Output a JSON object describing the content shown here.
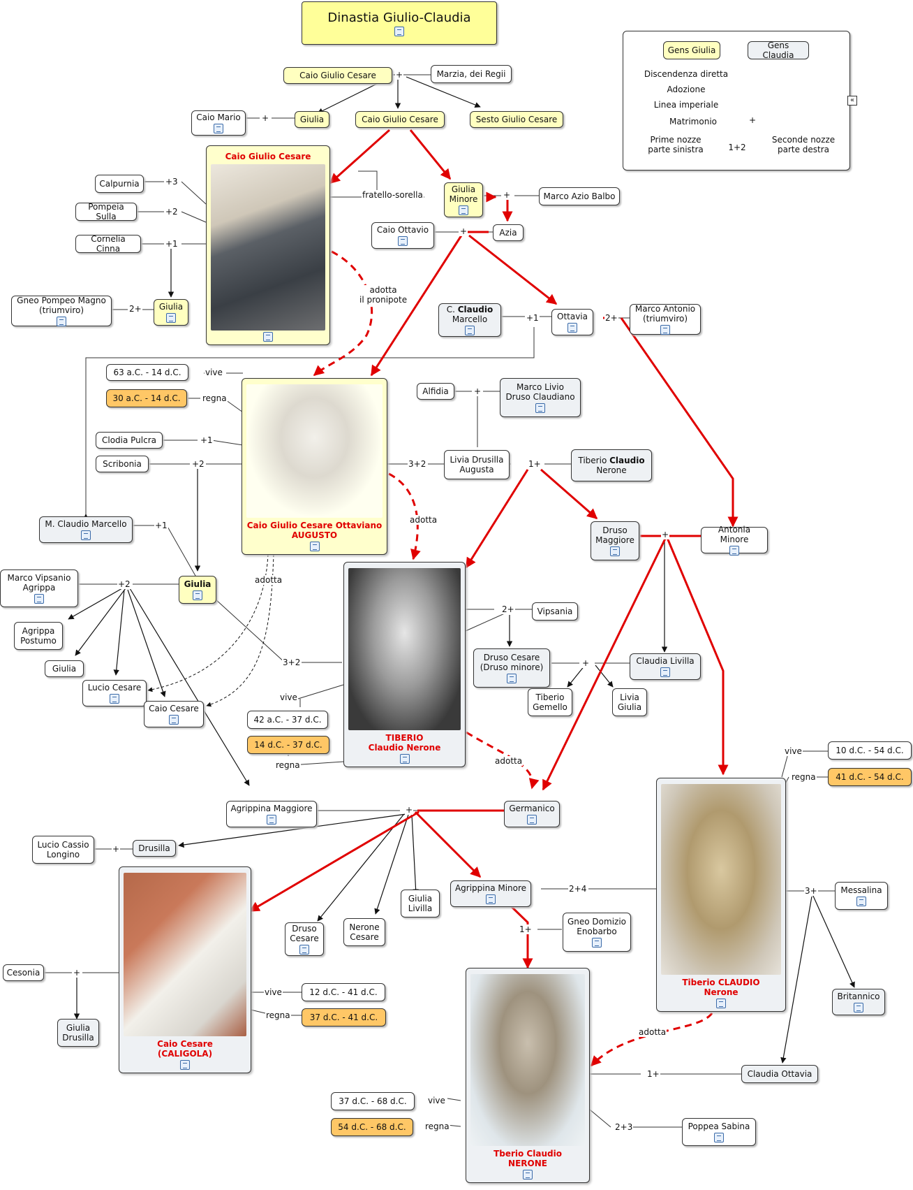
{
  "title": "Dinastia Giulio-Claudia",
  "legend": {
    "gens_giulia": "Gens Giulia",
    "gens_claudia": "Gens Claudia",
    "discendenza": "Discendenza diretta",
    "adozione": "Adozione",
    "linea_imperiale": "Linea imperiale",
    "matrimonio": "Matrimonio",
    "matrimonio_symbol": "+",
    "prime_nozze": "Prime nozze\nparte sinistra",
    "nozze_symbol": "1+2",
    "seconde_nozze": "Seconde nozze\nparte destra",
    "colors": {
      "giulia": "#ffffc0",
      "claudia": "#eef1f4",
      "imperial": "#e00000",
      "regno": "#ffc766"
    }
  },
  "people": {
    "cgc_padre": "Caio Giulio Cesare",
    "marzia": "Marzia, dei Regii",
    "caio_mario": "Caio Mario",
    "giulia_mario": "Giulia",
    "cgc_figlio": "Caio Giulio Cesare",
    "sesto": "Sesto Giulio Cesare",
    "calpurnia": "Calpurnia",
    "pompeia": "Pompeia Sulla",
    "cornelia": "Cornelia Cinna",
    "pompeo": "Gneo Pompeo Magno\n(triumviro)",
    "giulia_pompeo": "Giulia",
    "giulia_minore": "Giulia\nMinore",
    "marco_azio": "Marco Azio Balbo",
    "caio_ottavio": "Caio Ottavio",
    "azia": "Azia",
    "c_claudio_pre": "C. ",
    "c_claudio_bold": "Claudio",
    "c_claudio_post": "Marcello",
    "ottavia": "Ottavia",
    "antonio": "Marco Antonio\n(triumviro)",
    "alfidia": "Alfidia",
    "livio_druso": "Marco Livio\nDruso Claudiano",
    "clodia": "Clodia Pulcra",
    "scribonia": "Scribonia",
    "livia": "Livia Drusilla\nAugusta",
    "tiberio_padre_pre": "Tiberio ",
    "tiberio_padre_bold": "Claudio",
    "tiberio_padre_post": "Nerone",
    "marcello": "M. Claudio Marcello",
    "agrippa": "Marco Vipsanio\nAgrippa",
    "giulia_augusto": "Giulia",
    "agrippa_postumo": "Agrippa\nPostumo",
    "giulia_minore2": "Giulia",
    "lucio_cesare": "Lucio Cesare",
    "caio_cesare_f": "Caio Cesare",
    "druso_maggiore": "Druso\nMaggiore",
    "antonia_minore": "Antonia Minore",
    "vipsania": "Vipsania",
    "druso_minore": "Druso Cesare\n(Druso minore)",
    "claudia_livilla": "Claudia Livilla",
    "tiberio_gemello": "Tiberio\nGemello",
    "livia_giulia": "Livia\nGiulia",
    "agrippina_maggiore": "Agrippina Maggiore",
    "germanico": "Germanico",
    "lucio_cassio": "Lucio Cassio\nLongino",
    "drusilla": "Drusilla",
    "druso_cesare": "Druso\nCesare",
    "nerone_cesare": "Nerone\nCesare",
    "giulia_livilla": "Giulia\nLivilla",
    "agrippina_minore": "Agrippina Minore",
    "enobarbo": "Gneo Domizio\nEnobarbo",
    "cesonia": "Cesonia",
    "giulia_drusilla": "Giulia\nDrusilla",
    "messalina": "Messalina",
    "britannico": "Britannico",
    "claudia_ottavia": "Claudia Ottavia",
    "poppea": "Poppea Sabina"
  },
  "portraits": {
    "cesare": "Caio Giulio Cesare",
    "augusto": "Caio Giulio Cesare Ottaviano\nAUGUSTO",
    "tiberio": "TIBERIO\nClaudio Nerone",
    "claudio": "Tiberio CLAUDIO\nNerone",
    "caligola": "Caio Cesare\n(CALIGOLA)",
    "nerone": "Tberio Claudio\nNERONE"
  },
  "dates": {
    "augusto_vive": "63 a.C. - 14 d.C.",
    "augusto_regna": "30 a.C. - 14 d.C.",
    "tiberio_vive": "42 a.C. - 37 d.C.",
    "tiberio_regna": "14 d.C. - 37 d.C.",
    "claudio_vive": "10 d.C. - 54 d.C.",
    "claudio_regna": "41 d.C. - 54 d.C.",
    "caligola_vive": "12 d.C. - 41 d.C.",
    "caligola_regna": "37 d.C. - 41 d.C.",
    "nerone_vive": "37 d.C. - 68 d.C.",
    "nerone_regna": "54 d.C. - 68 d.C."
  },
  "labels": {
    "plus": "+",
    "p1": "+1",
    "p2": "+2",
    "p3": "+3",
    "one_plus": "1+",
    "two_plus": "2+",
    "three_plus": "3+",
    "three_plus_two": "3+2",
    "two_plus_three": "2+3",
    "two_plus_four": "2+4",
    "fratello_sorella": "fratello-sorella",
    "adotta": "adotta",
    "adotta_pronipote": "adotta\nil pronipote",
    "vive": "vive",
    "regna": "regna"
  }
}
